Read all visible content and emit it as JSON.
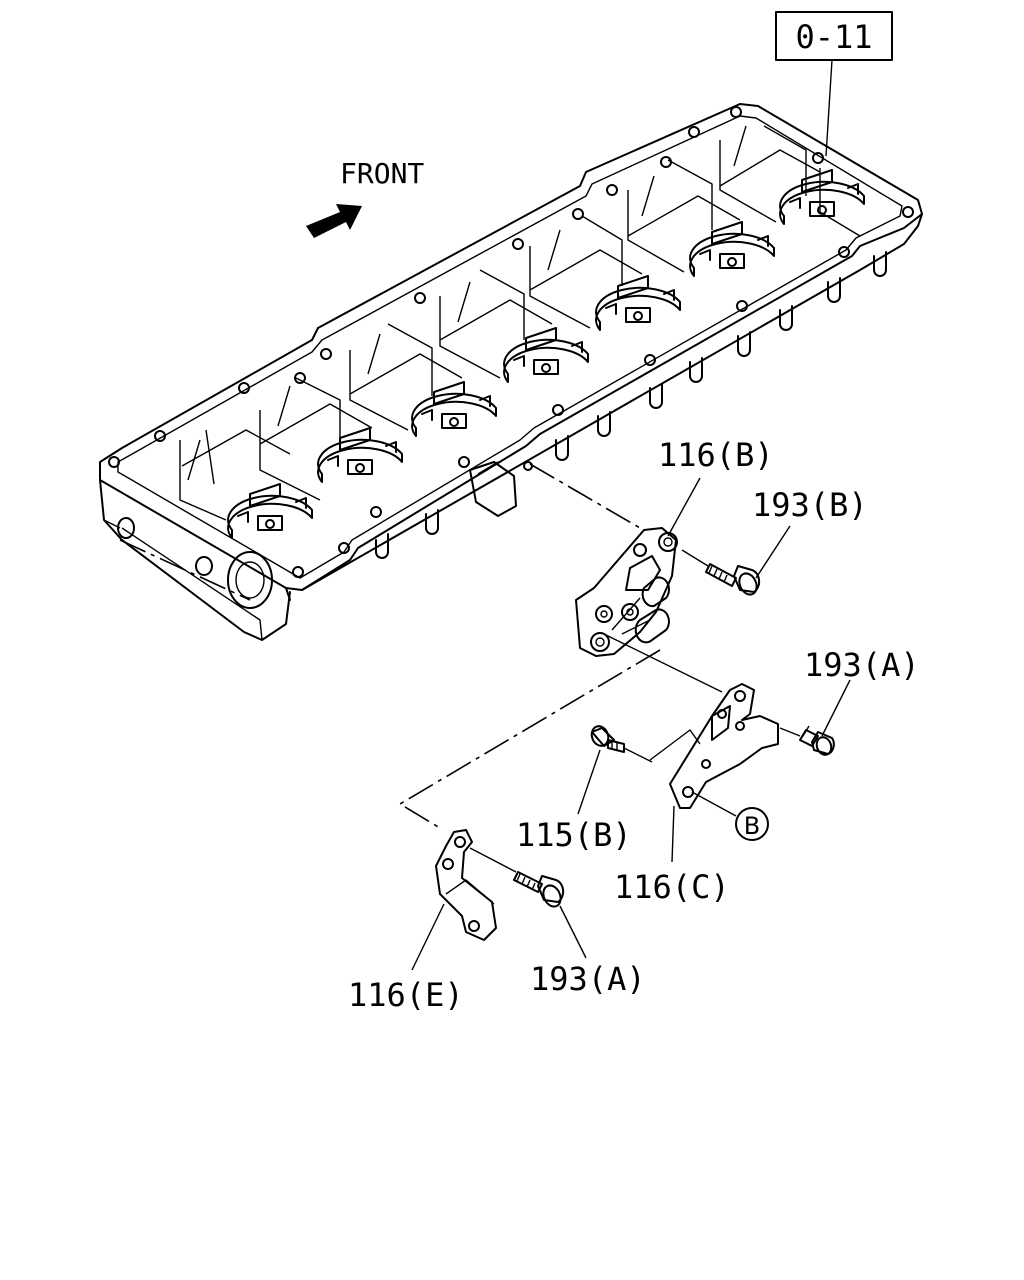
{
  "diagram": {
    "reference_box": "0-11",
    "direction_label": "FRONT",
    "callouts": {
      "p116b": "116(B)",
      "p193b": "193(B)",
      "p193a_right": "193(A)",
      "p115b": "115(B)",
      "circle_b": "B",
      "p116c": "116(C)",
      "p116e": "116(E)",
      "p193a_bottom": "193(A)"
    }
  }
}
